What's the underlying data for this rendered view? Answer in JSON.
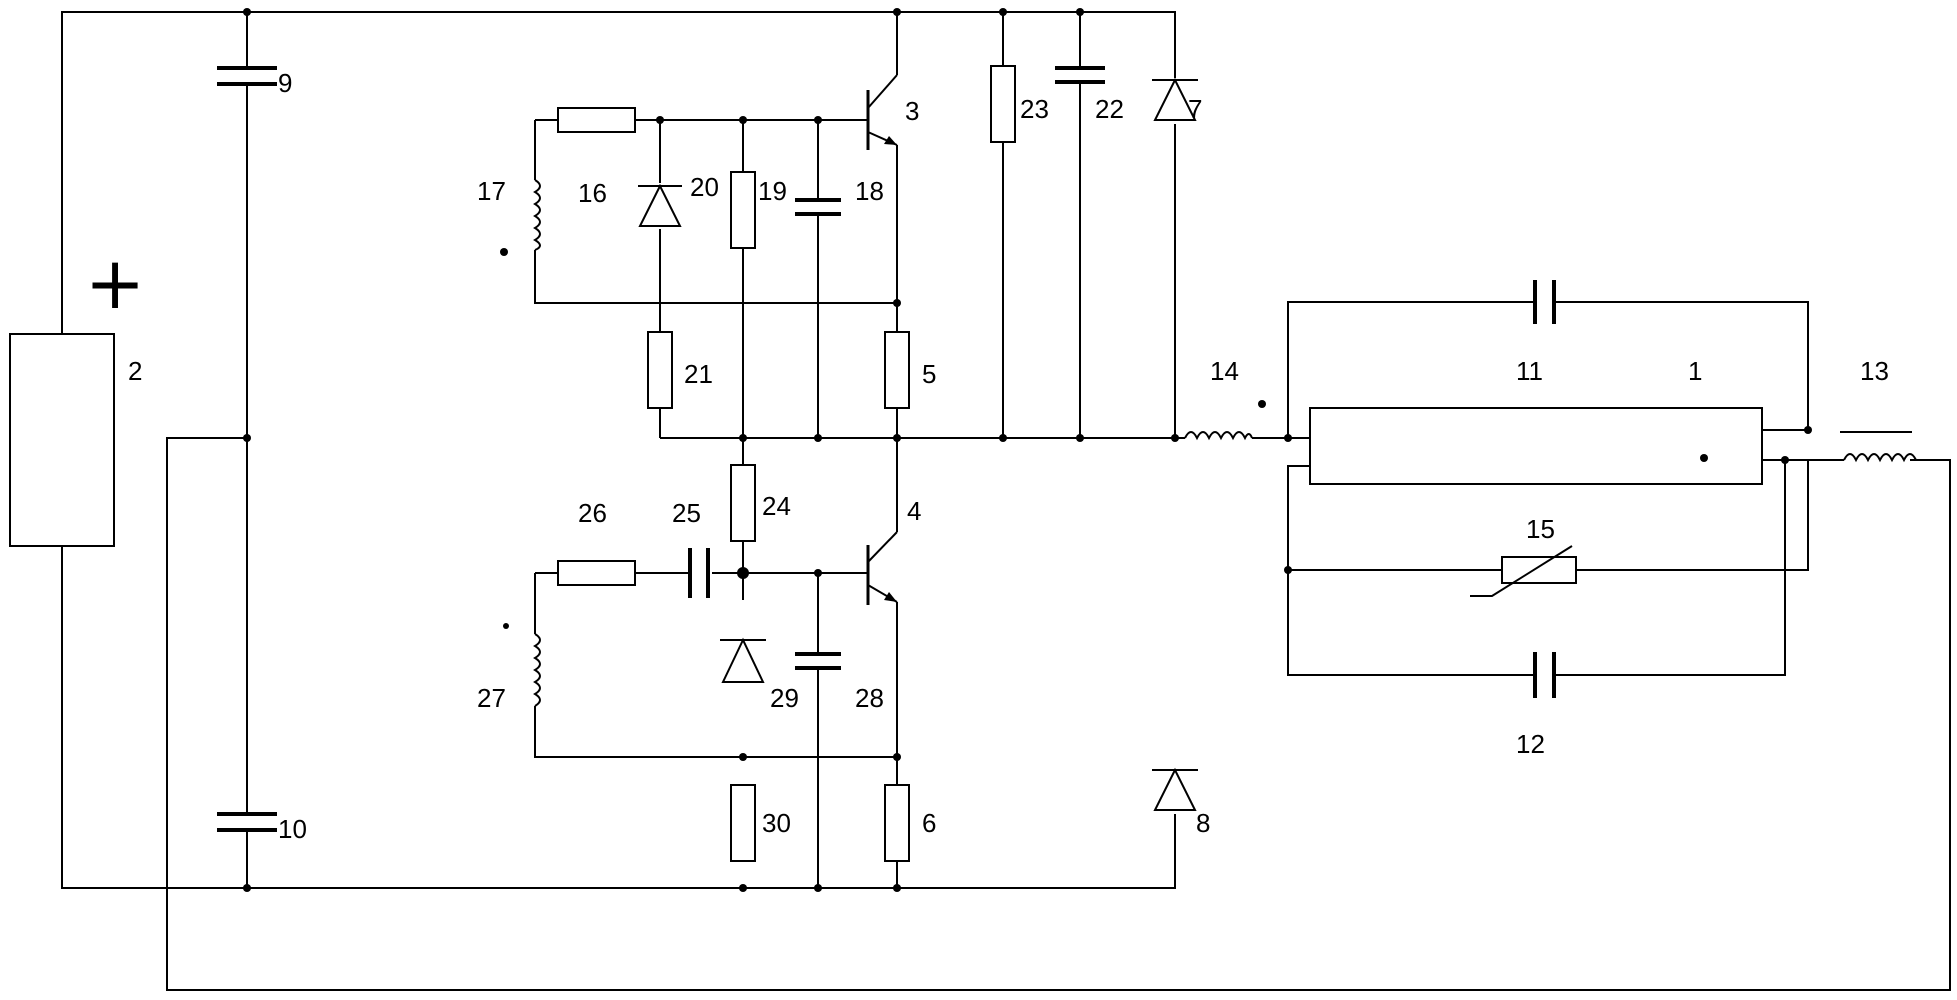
{
  "schematic": {
    "polarity_mark": "+",
    "labels": {
      "lamp": "1",
      "supply": "2",
      "transistor_upper": "3",
      "transistor_lower": "4",
      "resistor_5": "5",
      "resistor_6": "6",
      "diode_7": "7",
      "diode_8": "8",
      "capacitor_9": "9",
      "capacitor_10": "10",
      "capacitor_11": "11",
      "capacitor_12": "12",
      "inductor_13": "13",
      "inductor_14": "14",
      "thermistor_15": "15",
      "diode_16": "16",
      "winding_17": "17",
      "capacitor_18": "18",
      "resistor_19": "19",
      "zener_20": "20",
      "resistor_21": "21",
      "capacitor_22": "22",
      "resistor_23": "23",
      "resistor_24": "24",
      "capacitor_25": "25",
      "resistor_26": "26",
      "winding_27": "27",
      "capacitor_28": "28",
      "diode_29": "29",
      "resistor_30": "30"
    }
  }
}
